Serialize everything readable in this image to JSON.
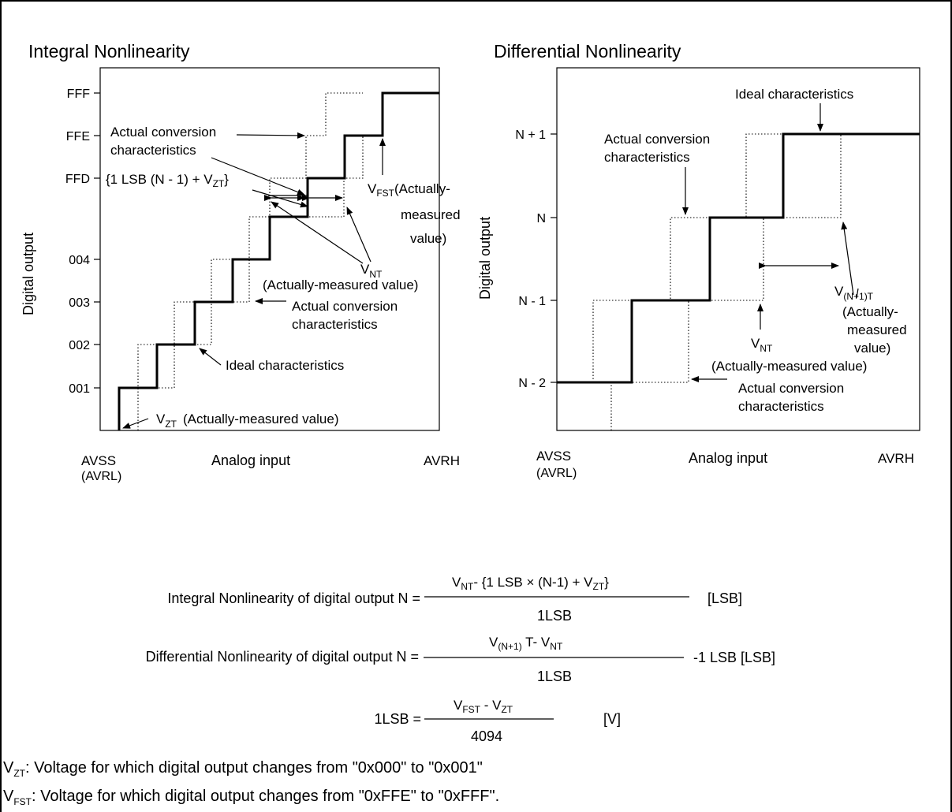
{
  "left_chart": {
    "title": "Integral Nonlinearity",
    "y_axis_label": "Digital output",
    "x_axis_label": "Analog input",
    "x_min_label": "AVSS",
    "x_min_label_2": "(AVRL)",
    "x_max_label": "AVRH",
    "y_ticks": [
      "FFF",
      "FFE",
      "FFD",
      "004",
      "003",
      "002",
      "001"
    ],
    "annotations": {
      "actual_top_1": "Actual conversion",
      "actual_top_2": "characteristics",
      "formula_a": "{1 LSB (N - 1) + V",
      "formula_sub": "ZT",
      "formula_b": "}",
      "vfst_v": "V",
      "vfst_sub": "FST",
      "vfst_rest": "(Actually-",
      "vfst_line2": "measured",
      "vfst_line3": "value)",
      "vnt_v": "V",
      "vnt_sub": "NT",
      "vnt_line2": "(Actually-measured value)",
      "actual_mid_1": "Actual conversion",
      "actual_mid_2": "characteristics",
      "ideal": "Ideal characteristics",
      "vzt_v": "V",
      "vzt_sub": "ZT",
      "vzt_rest": "(Actually-measured value)"
    }
  },
  "right_chart": {
    "title": "Differential Nonlinearity",
    "y_axis_label": "Digital output",
    "x_axis_label": "Analog input",
    "x_min_label": "AVSS",
    "x_min_label_2": "(AVRL)",
    "x_max_label": "AVRH",
    "y_ticks": [
      "N + 1",
      "N",
      "N - 1",
      "N - 2"
    ],
    "annotations": {
      "ideal": "Ideal characteristics",
      "actual_top_1": "Actual conversion",
      "actual_top_2": "characteristics",
      "vn1t_v": "V",
      "vn1t_sub": "(N+1)T",
      "vn1t_line2": "(Actually-",
      "vn1t_line3": "measured",
      "vn1t_line4": "value)",
      "vnt_v": "V",
      "vnt_sub": "NT",
      "vnt_line2": "(Actually-measured value)",
      "actual_bot_1": "Actual conversion",
      "actual_bot_2": "characteristics"
    }
  },
  "formulas": {
    "inl_label": "Integral Nonlinearity of digital output N =",
    "inl_num_v": "V",
    "inl_num_sub": "NT",
    "inl_num_rest": "- {1 LSB × (N-1) + V",
    "inl_num_sub2": "ZT",
    "inl_num_end": "}",
    "inl_den": "1LSB",
    "inl_unit": "[LSB]",
    "dnl_label": "Differential Nonlinearity of digital output N =",
    "dnl_num_v": "V",
    "dnl_num_sub": "(N+1)",
    "dnl_num_mid": " T- V",
    "dnl_num_sub2": "NT",
    "dnl_den": "1LSB",
    "dnl_unit": "-1 LSB [LSB]",
    "lsb_label": "1LSB =",
    "lsb_num_v": "V",
    "lsb_num_sub": "FST",
    "lsb_num_mid": " - V",
    "lsb_num_sub2": "ZT",
    "lsb_den": "4094",
    "lsb_unit": "[V]"
  },
  "notes": {
    "vzt_v": "V",
    "vzt_sub": "ZT",
    "vzt_text": ": Voltage for which digital output changes from \"0x000\" to \"0x001\"",
    "vfst_v": "V",
    "vfst_sub": "FST",
    "vfst_text": ": Voltage for which digital output changes from \"0xFFE\" to \"0xFFF\"."
  }
}
